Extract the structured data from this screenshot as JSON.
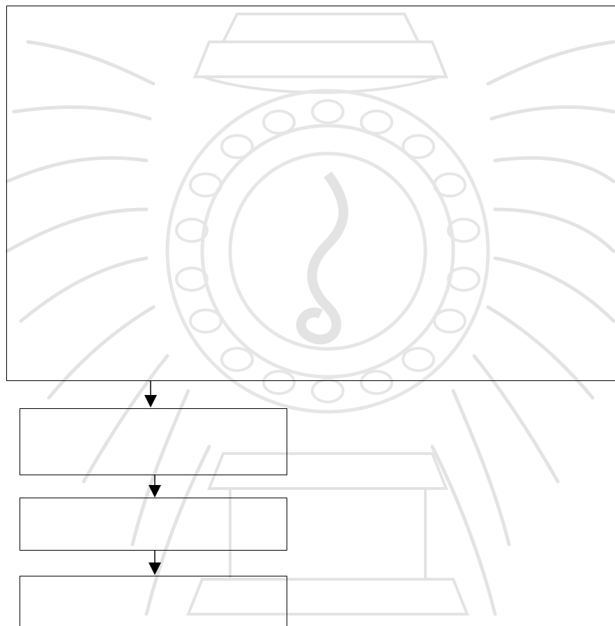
{
  "diagram": {
    "type": "flowchart",
    "boxes": [
      {
        "id": "box-top",
        "text": ""
      },
      {
        "id": "box-2",
        "text": ""
      },
      {
        "id": "box-3",
        "text": ""
      },
      {
        "id": "box-4",
        "text": ""
      }
    ],
    "connectors": [
      {
        "from": "box-top",
        "to": "box-2"
      },
      {
        "from": "box-2",
        "to": "box-3"
      },
      {
        "from": "box-3",
        "to": "box-4"
      }
    ],
    "line_color": "#000000"
  },
  "watermark": {
    "icon": "university-seal-icon",
    "color": "#d9d9d9"
  }
}
